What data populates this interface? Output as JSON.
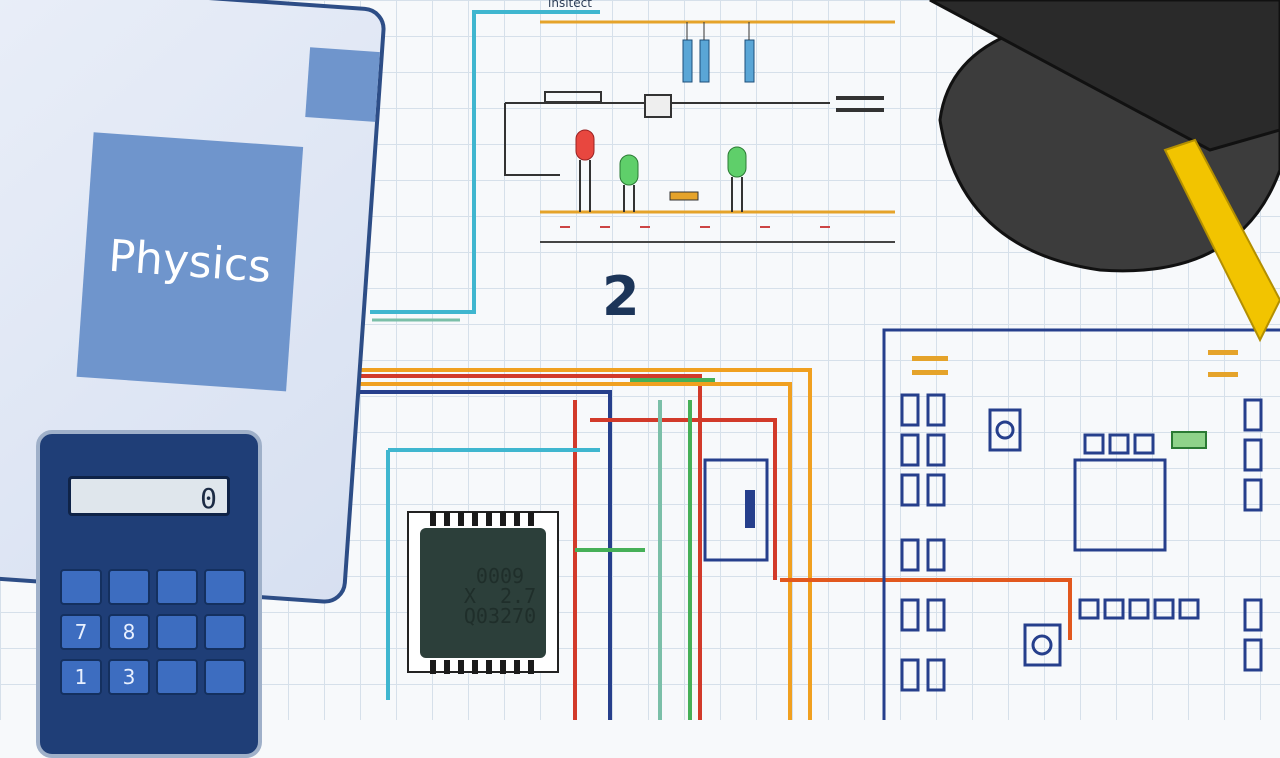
{
  "book": {
    "label": "Physics"
  },
  "calculator": {
    "display": "0",
    "keys": [
      "7",
      "8",
      "1",
      "3"
    ]
  },
  "diagram": {
    "page_number": "2",
    "top_label": "insitect",
    "chip_lines": [
      "0009",
      "X  2.7",
      "Q03270"
    ]
  },
  "colors": {
    "book_label": "#6f95cc",
    "calculator_body": "#1f3e77",
    "cap": "#3a3a3a",
    "tassel": "#f2c400"
  }
}
